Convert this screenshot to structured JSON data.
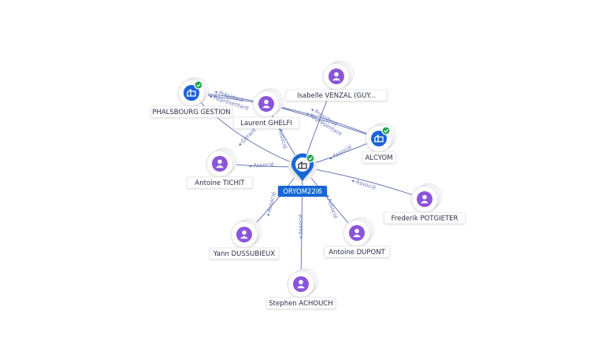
{
  "colors": {
    "person": "#8b55d9",
    "company": "#1a63d8",
    "center": "#1768d6",
    "verified": "#22a04b",
    "edge": "#6a78b4"
  },
  "center": {
    "id": "oryom",
    "label": "ORYOM22I6",
    "icon": "building-icon",
    "verified": true
  },
  "nodes": [
    {
      "id": "phalsbourg",
      "label": "PHALSBOURG GESTION",
      "kind": "company",
      "icon": "building-icon",
      "verified": true
    },
    {
      "id": "ghelfi",
      "label": "Laurent GHELFI",
      "kind": "person",
      "icon": "person-icon"
    },
    {
      "id": "venzal",
      "label": "Isabelle VENZAL (GUY...",
      "kind": "person",
      "icon": "person-icon"
    },
    {
      "id": "alcyom",
      "label": "ALCYOM",
      "kind": "company",
      "icon": "building-icon",
      "verified": true
    },
    {
      "id": "tichit",
      "label": "Antoine TICHIT",
      "kind": "person",
      "icon": "person-icon"
    },
    {
      "id": "potgieter",
      "label": "Frederik POTGIETER",
      "kind": "person",
      "icon": "person-icon"
    },
    {
      "id": "dussubieux",
      "label": "Yann DUSSUBIEUX",
      "kind": "person",
      "icon": "person-icon"
    },
    {
      "id": "dupont",
      "label": "Antoine DUPONT",
      "kind": "person",
      "icon": "person-icon"
    },
    {
      "id": "achouch",
      "label": "Stephen ACHOUCH",
      "kind": "person",
      "icon": "person-icon"
    }
  ],
  "edges": [
    {
      "from": "phalsbourg",
      "to": "oryom",
      "label": "Gérant"
    },
    {
      "from": "ghelfi",
      "to": "oryom",
      "label": "Associé"
    },
    {
      "from": "venzal",
      "to": "oryom",
      "label": ""
    },
    {
      "from": "alcyom",
      "to": "oryom",
      "label": "Associé"
    },
    {
      "from": "tichit",
      "to": "oryom",
      "label": "Associé"
    },
    {
      "from": "potgieter",
      "to": "oryom",
      "label": "Associé"
    },
    {
      "from": "dussubieux",
      "to": "oryom",
      "label": "Associé"
    },
    {
      "from": "dupont",
      "to": "oryom",
      "label": "Associé"
    },
    {
      "from": "achouch",
      "to": "oryom",
      "label": "Associé"
    },
    {
      "from": "ghelfi",
      "to": "phalsbourg",
      "label": "Président"
    },
    {
      "from": "ghelfi",
      "to": "phalsbourg",
      "label": "Représentant"
    },
    {
      "from": "ghelfi",
      "to": "alcyom",
      "label": "Président"
    },
    {
      "from": "ghelfi",
      "to": "alcyom",
      "label": "Représentant"
    }
  ]
}
